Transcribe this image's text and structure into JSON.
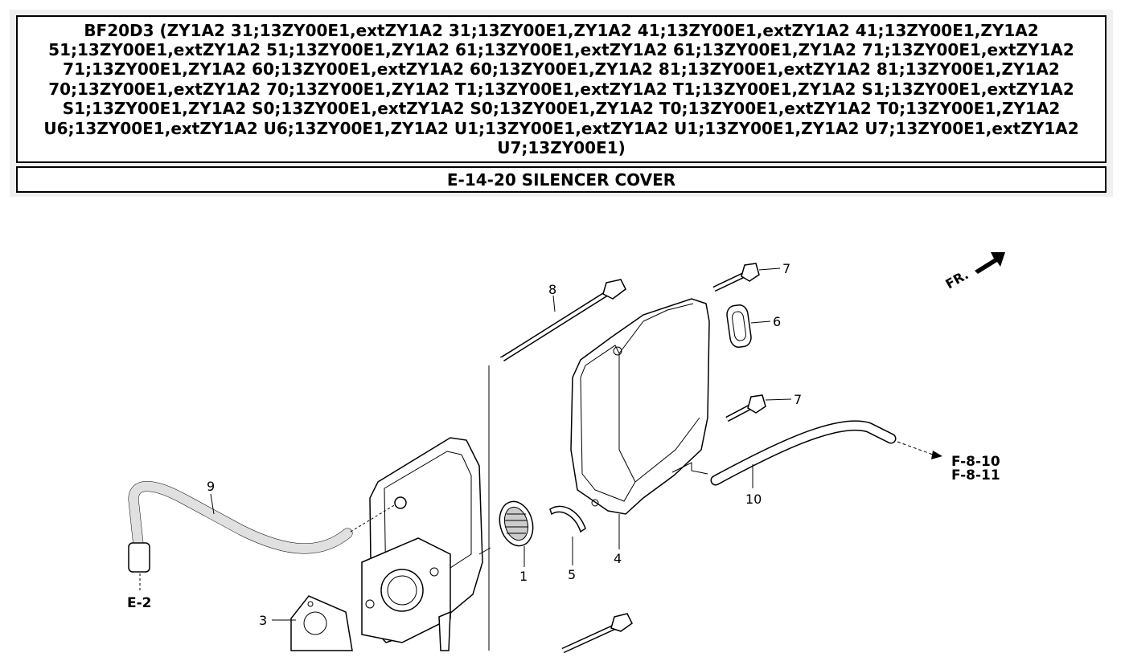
{
  "header": {
    "model_text": "BF20D3 (ZY1A2 31;13ZY00E1,extZY1A2 31;13ZY00E1,ZY1A2 41;13ZY00E1,extZY1A2 41;13ZY00E1,ZY1A2 51;13ZY00E1,extZY1A2 51;13ZY00E1,ZY1A2 61;13ZY00E1,extZY1A2 61;13ZY00E1,ZY1A2 71;13ZY00E1,extZY1A2 71;13ZY00E1,ZY1A2 60;13ZY00E1,extZY1A2 60;13ZY00E1,ZY1A2 81;13ZY00E1,extZY1A2 81;13ZY00E1,ZY1A2 70;13ZY00E1,extZY1A2 70;13ZY00E1,ZY1A2 T1;13ZY00E1,extZY1A2 T1;13ZY00E1,ZY1A2 S1;13ZY00E1,extZY1A2 S1;13ZY00E1,ZY1A2 S0;13ZY00E1,extZY1A2 S0;13ZY00E1,ZY1A2 T0;13ZY00E1,extZY1A2 T0;13ZY00E1,ZY1A2 U6;13ZY00E1,extZY1A2 U6;13ZY00E1,ZY1A2 U1;13ZY00E1,extZY1A2 U1;13ZY00E1,ZY1A2 U7;13ZY00E1,extZY1A2 U7;13ZY00E1)",
    "section_title": "E-14-20 SILENCER COVER"
  },
  "diagram": {
    "direction_label": "FR.",
    "callouts": {
      "p1": "1",
      "p3": "3",
      "p4": "4",
      "p5": "5",
      "p6": "6",
      "p7a": "7",
      "p7b": "7",
      "p8": "8",
      "p9": "9",
      "p10": "10"
    },
    "refs": {
      "e2": "E-2",
      "f810": "F-8-10",
      "f811": "F-8-11"
    }
  }
}
